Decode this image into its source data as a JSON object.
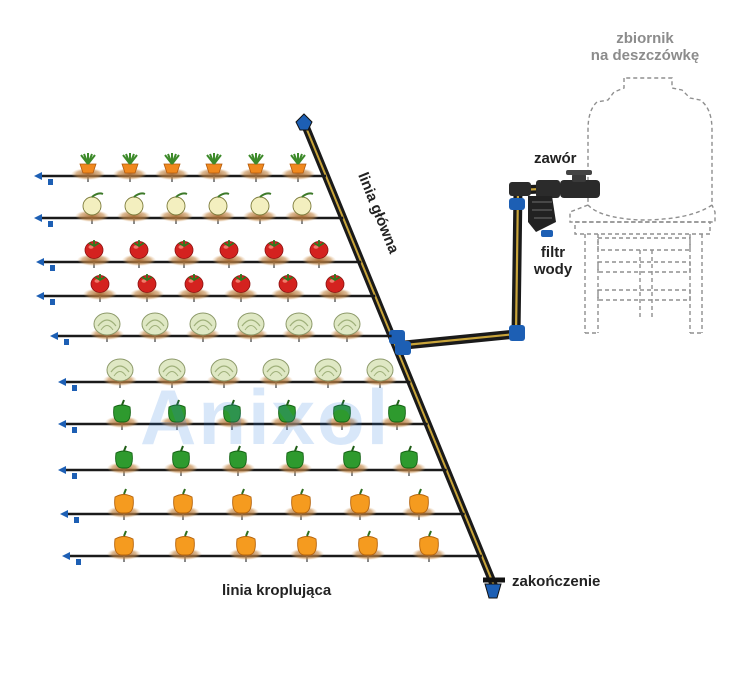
{
  "labels": {
    "tank_line1": "zbiornik",
    "tank_line2": "na deszczówkę",
    "valve": "zawór",
    "filter_line1": "filtr",
    "filter_line2": "wody",
    "main_line": "linia główna",
    "drip_line": "linia kroplująca",
    "end_cap": "zakończenie"
  },
  "watermark": "Anixol",
  "colors": {
    "pipe": "#1a1a1a",
    "pipe_stripe": "#c8a43a",
    "connector": "#1d5fb4",
    "soil": "#c58a4a",
    "tank_dash": "#8f8f8f"
  },
  "rows": [
    {
      "plant": "carrot-icon",
      "count": 6
    },
    {
      "plant": "onion-icon",
      "count": 6
    },
    {
      "plant": "tomato-icon",
      "count": 6
    },
    {
      "plant": "tomato-icon",
      "count": 6
    },
    {
      "plant": "cabbage-icon",
      "count": 6
    },
    {
      "plant": "cabbage-icon",
      "count": 6
    },
    {
      "plant": "green-pepper-icon",
      "count": 6
    },
    {
      "plant": "green-pepper-icon",
      "count": 6
    },
    {
      "plant": "yellow-pepper-icon",
      "count": 6
    },
    {
      "plant": "yellow-pepper-icon",
      "count": 6
    }
  ]
}
